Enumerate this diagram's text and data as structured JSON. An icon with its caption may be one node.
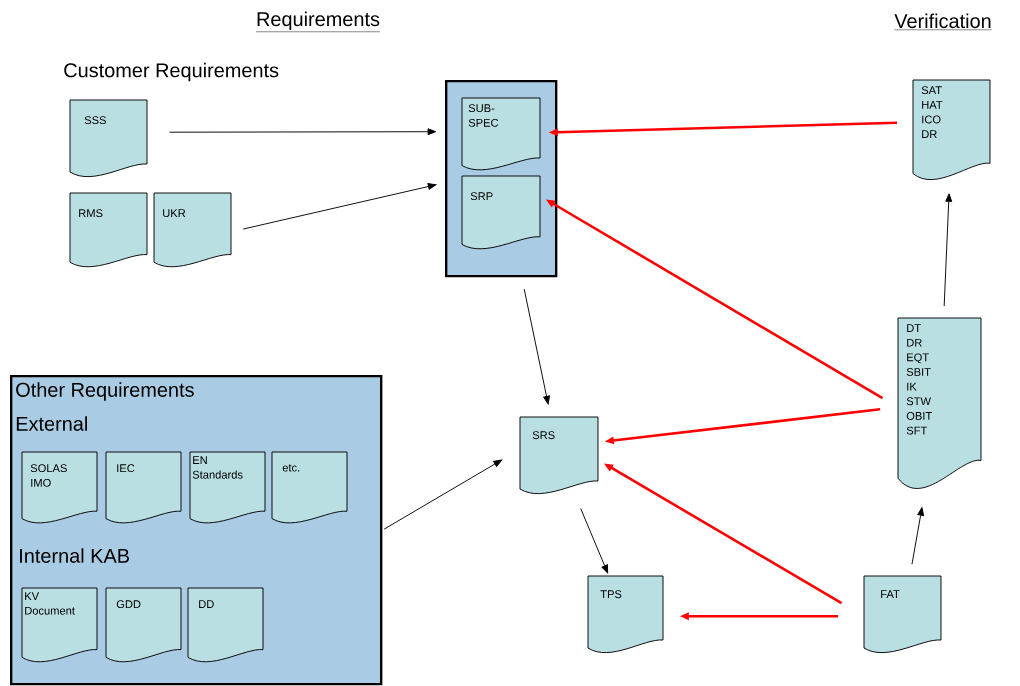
{
  "diagram": {
    "nodes": [
      {
        "text": [
          "SSS"
        ]
      },
      {
        "text": [
          "RMS"
        ]
      },
      {
        "text": [
          "UKR"
        ]
      },
      {
        "text": [],
        "shape": "box"
      },
      {
        "text": [
          "SUB-SPEC"
        ],
        "in": 3
      },
      {
        "text": [
          "SRP"
        ],
        "in": 3
      },
      {
        "text": [
          "SAT HAT ICO DR"
        ]
      },
      {
        "text": [
          "Other Requirements",
          "External",
          "Internal KAB"
        ]
      },
      {
        "text": [
          "SOLAS IMO"
        ],
        "in": 7
      },
      {
        "text": [
          "IEC"
        ],
        "in": 7
      },
      {
        "text": [
          "EN Standards"
        ],
        "in": 7
      },
      {
        "text": [
          "etc."
        ],
        "in": 7
      },
      {
        "text": [
          "KV Document"
        ],
        "in": 7
      },
      {
        "text": [
          "GDD"
        ],
        "in": 7
      },
      {
        "text": [
          "DD"
        ],
        "in": 7
      },
      {
        "text": [
          "SRS"
        ]
      },
      {
        "text": [
          "DT DR EQT SBIT IK STW OBIT SFT"
        ]
      },
      {
        "text": [
          "TPS"
        ]
      },
      {
        "text": [
          "FAT"
        ]
      }
    ],
    "edges": [
      {
        "from": 0,
        "to": 3,
        "arrow": "to"
      },
      {
        "from": 2,
        "to": 3,
        "arrow": "to"
      },
      {
        "from": 3,
        "to": 15,
        "arrow": "to"
      },
      {
        "from": 6,
        "to": 4,
        "arrow": "to",
        "style": "thick",
        "color": "#ff0000"
      },
      {
        "from": 16,
        "to": 5,
        "arrow": "to",
        "style": "thick",
        "color": "#ff0000"
      },
      {
        "from": 16,
        "to": 15,
        "arrow": "to",
        "style": "thick",
        "color": "#ff0000"
      },
      {
        "from": 7,
        "to": 15,
        "arrow": "to"
      },
      {
        "from": 15,
        "to": 17,
        "arrow": "to"
      },
      {
        "from": 18,
        "to": 15,
        "arrow": "to",
        "style": "thick",
        "color": "#ff0000"
      },
      {
        "from": 18,
        "to": 17,
        "arrow": "to",
        "style": "thick",
        "color": "#ff0000"
      },
      {
        "from": 18,
        "to": 16,
        "arrow": "to"
      },
      {
        "from": 16,
        "to": 6,
        "arrow": "to"
      }
    ],
    "labels": [
      "Requirements",
      "Verification",
      "Customer Requirements"
    ]
  }
}
